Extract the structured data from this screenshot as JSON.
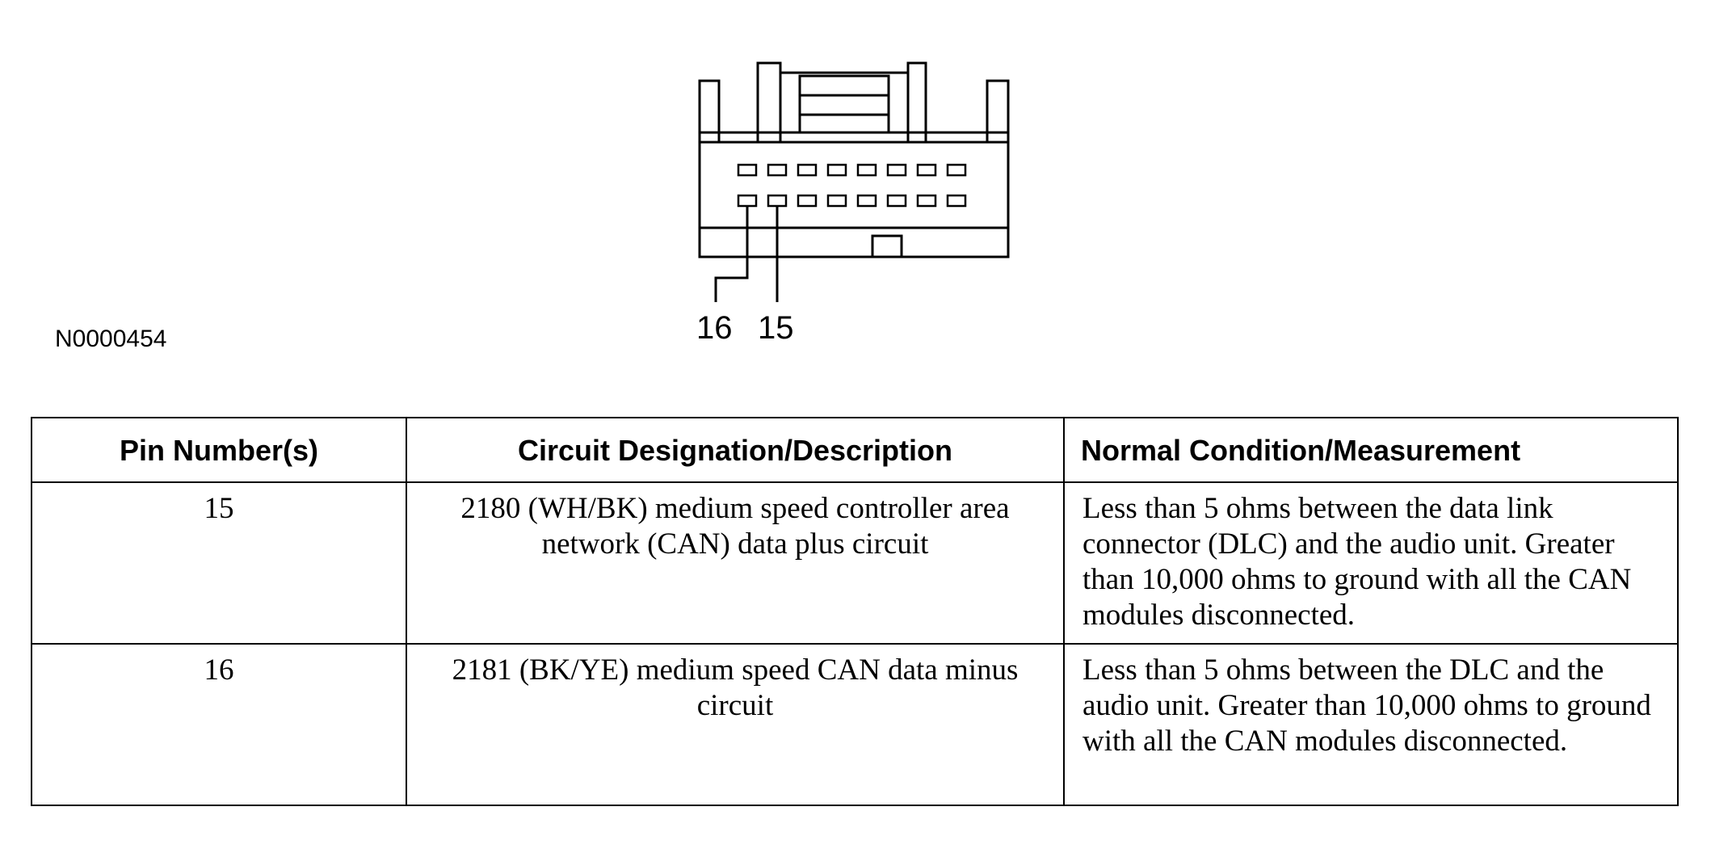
{
  "diagram": {
    "id": "N0000454",
    "pin_labels": [
      "16",
      "15"
    ]
  },
  "table": {
    "headers": [
      "Pin Number(s)",
      "Circuit Designation/Description",
      "Normal Condition/Measurement"
    ],
    "rows": [
      {
        "pin": "15",
        "circuit": "2180 (WH/BK) medium speed controller area network (CAN) data plus circuit",
        "measurement": "Less than 5 ohms between the data link connector (DLC) and the audio unit. Greater than 10,000 ohms to ground with all the CAN modules disconnected."
      },
      {
        "pin": "16",
        "circuit": "2181 (BK/YE) medium speed CAN data minus circuit",
        "measurement": "Less than 5 ohms between the DLC and the audio unit. Greater than 10,000 ohms to ground with all the CAN modules disconnected."
      }
    ]
  }
}
